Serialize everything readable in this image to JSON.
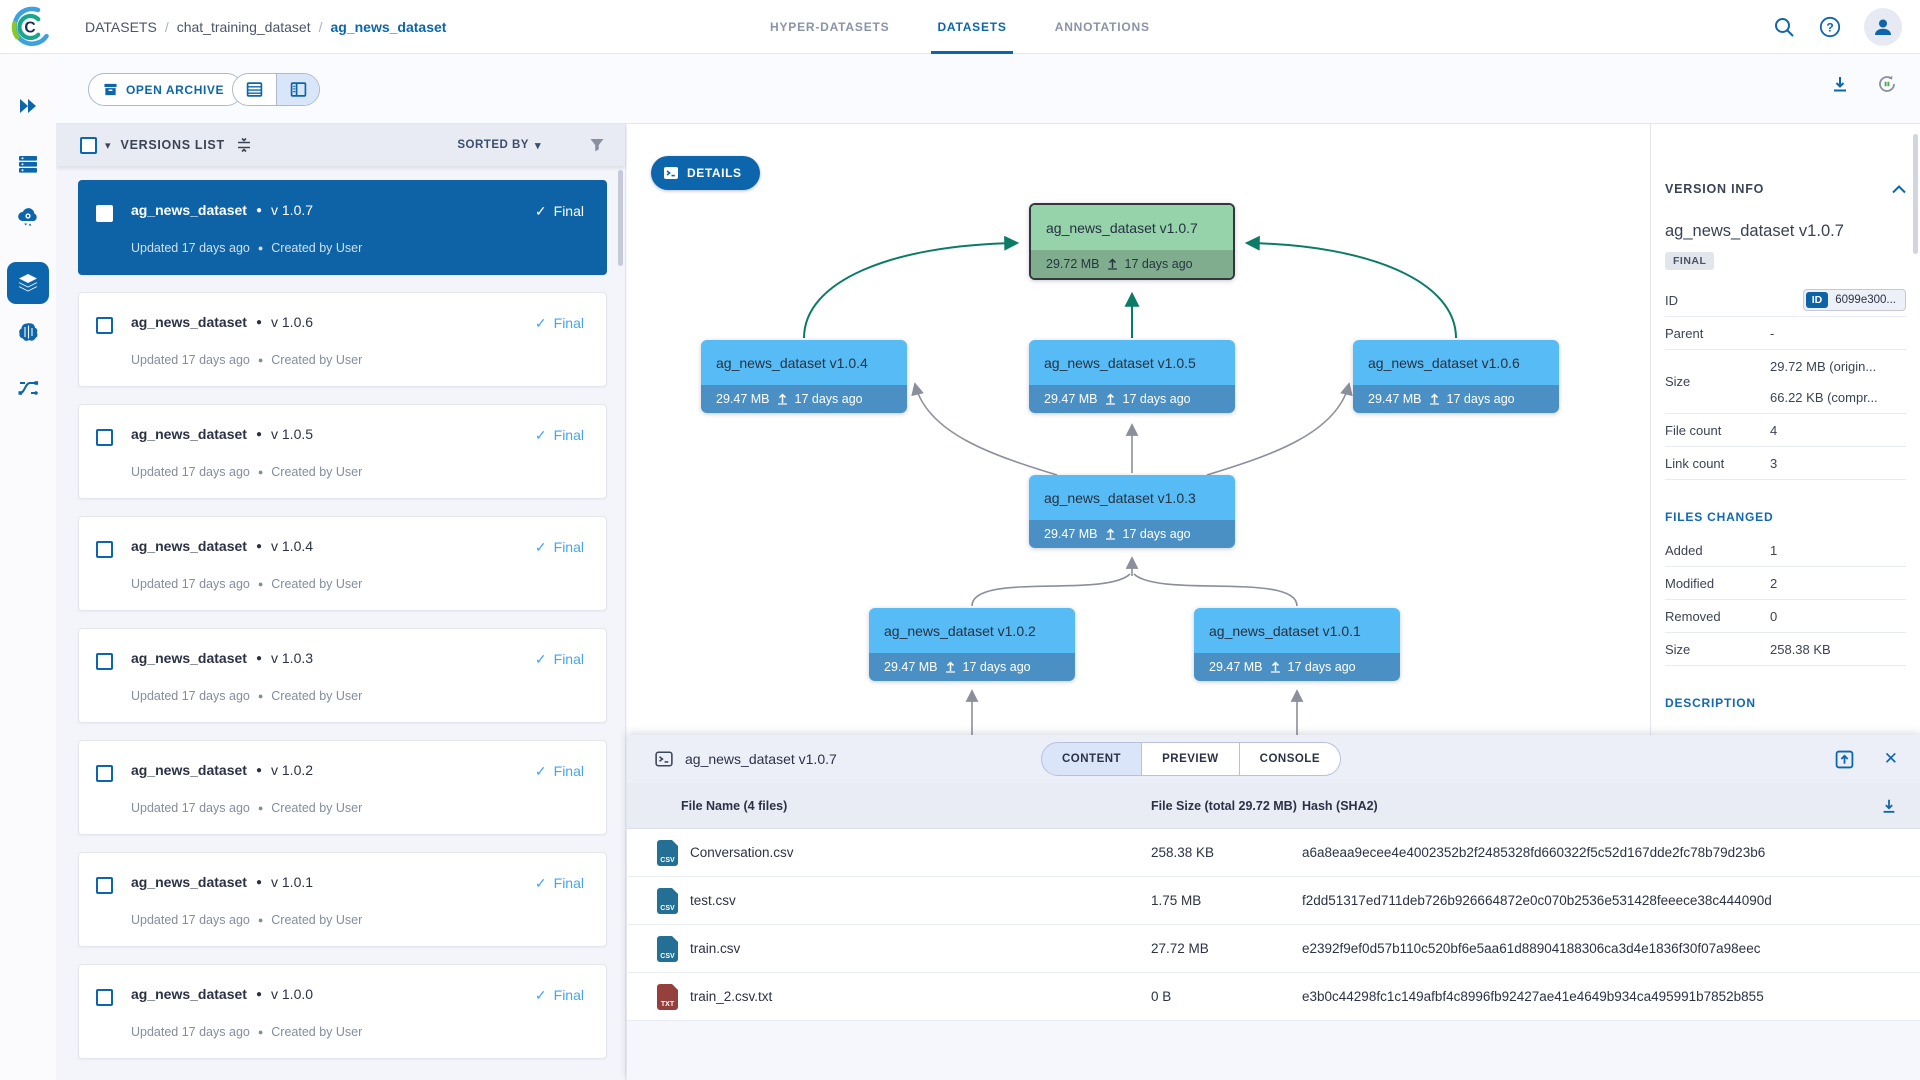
{
  "icons": {
    "check": "✓",
    "caret_down": "▾",
    "close": "✕",
    "dot": "●"
  },
  "header": {
    "breadcrumb": {
      "root": "DATASETS",
      "project": "chat_training_dataset",
      "current": "ag_news_dataset",
      "separator": "/"
    },
    "tabs": [
      {
        "label": "HYPER-DATASETS"
      },
      {
        "label": "DATASETS"
      },
      {
        "label": "ANNOTATIONS"
      }
    ]
  },
  "toolbar": {
    "open_archive": "OPEN ARCHIVE"
  },
  "versions_list": {
    "title": "VERSIONS LIST",
    "sorted_by": "SORTED BY",
    "items": [
      {
        "name": "ag_news_dataset",
        "version": "v 1.0.7",
        "status": "Final",
        "updated": "Updated 17 days ago",
        "author": "Created by User"
      },
      {
        "name": "ag_news_dataset",
        "version": "v 1.0.6",
        "status": "Final",
        "updated": "Updated 17 days ago",
        "author": "Created by User"
      },
      {
        "name": "ag_news_dataset",
        "version": "v 1.0.5",
        "status": "Final",
        "updated": "Updated 17 days ago",
        "author": "Created by User"
      },
      {
        "name": "ag_news_dataset",
        "version": "v 1.0.4",
        "status": "Final",
        "updated": "Updated 17 days ago",
        "author": "Created by User"
      },
      {
        "name": "ag_news_dataset",
        "version": "v 1.0.3",
        "status": "Final",
        "updated": "Updated 17 days ago",
        "author": "Created by User"
      },
      {
        "name": "ag_news_dataset",
        "version": "v 1.0.2",
        "status": "Final",
        "updated": "Updated 17 days ago",
        "author": "Created by User"
      },
      {
        "name": "ag_news_dataset",
        "version": "v 1.0.1",
        "status": "Final",
        "updated": "Updated 17 days ago",
        "author": "Created by User"
      },
      {
        "name": "ag_news_dataset",
        "version": "v 1.0.0",
        "status": "Final",
        "updated": "Updated 17 days ago",
        "author": "Created by User"
      }
    ]
  },
  "graph": {
    "details_button": "DETAILS",
    "nodes": [
      {
        "title": "ag_news_dataset v1.0.7",
        "size": "29.72 MB",
        "time": "17 days ago"
      },
      {
        "title": "ag_news_dataset v1.0.4",
        "size": "29.47 MB",
        "time": "17 days ago"
      },
      {
        "title": "ag_news_dataset v1.0.5",
        "size": "29.47 MB",
        "time": "17 days ago"
      },
      {
        "title": "ag_news_dataset v1.0.6",
        "size": "29.47 MB",
        "time": "17 days ago"
      },
      {
        "title": "ag_news_dataset v1.0.3",
        "size": "29.47 MB",
        "time": "17 days ago"
      },
      {
        "title": "ag_news_dataset v1.0.2",
        "size": "29.47 MB",
        "time": "17 days ago"
      },
      {
        "title": "ag_news_dataset v1.0.1",
        "size": "29.47 MB",
        "time": "17 days ago"
      }
    ]
  },
  "version_info": {
    "title": "VERSION INFO",
    "name": "ag_news_dataset v1.0.7",
    "badge": "FINAL",
    "id_label": "ID",
    "id_badge": "ID",
    "id_value": "6099e300...",
    "parent_label": "Parent",
    "parent_value": "-",
    "size_label": "Size",
    "size_original": "29.72 MB (origin...",
    "size_compressed": "66.22 KB (compr...",
    "file_count_label": "File count",
    "file_count": "4",
    "link_count_label": "Link count",
    "link_count": "3",
    "files_changed_title": "FILES CHANGED",
    "added_label": "Added",
    "added": "1",
    "modified_label": "Modified",
    "modified": "2",
    "removed_label": "Removed",
    "removed": "0",
    "size2_label": "Size",
    "size2": "258.38 KB",
    "description_title": "DESCRIPTION"
  },
  "bottom_panel": {
    "title": "ag_news_dataset v1.0.7",
    "tabs": [
      {
        "label": "CONTENT"
      },
      {
        "label": "PREVIEW"
      },
      {
        "label": "CONSOLE"
      }
    ],
    "col_name": "File Name (4 files)",
    "col_size": "File Size (total 29.72 MB)",
    "col_hash": "Hash (SHA2)",
    "files": [
      {
        "name": "Conversation.csv",
        "ext": "CSV",
        "size": "258.38 KB",
        "hash": "a6a8eaa9ecee4e4002352b2f2485328fd660322f5c52d167dde2fc78b79d23b6"
      },
      {
        "name": "test.csv",
        "ext": "CSV",
        "size": "1.75 MB",
        "hash": "f2dd51317ed711deb726b926664872e0c070b2536e531428feeece38c444090d"
      },
      {
        "name": "train.csv",
        "ext": "CSV",
        "size": "27.72 MB",
        "hash": "e2392f9ef0d57b110c520bf6e5aa61d88904188306ca3d4e1836f30f07a98eec"
      },
      {
        "name": "train_2.csv.txt",
        "ext": "TXT",
        "size": "0 B",
        "hash": "e3b0c44298fc1c149afbf4c8996fb92427ae41e4649b934ca495991b7852b855"
      }
    ]
  },
  "colors": {
    "primary": "#0d66ab",
    "selected_card": "#0d63a6",
    "node_blue": "#57bcf5",
    "node_blue_footer": "#4a90c4",
    "node_green": "#97d3aa",
    "node_green_footer": "#7fad8d",
    "edge_green": "#0a7c66",
    "edge_gray": "#8b8f9b"
  }
}
